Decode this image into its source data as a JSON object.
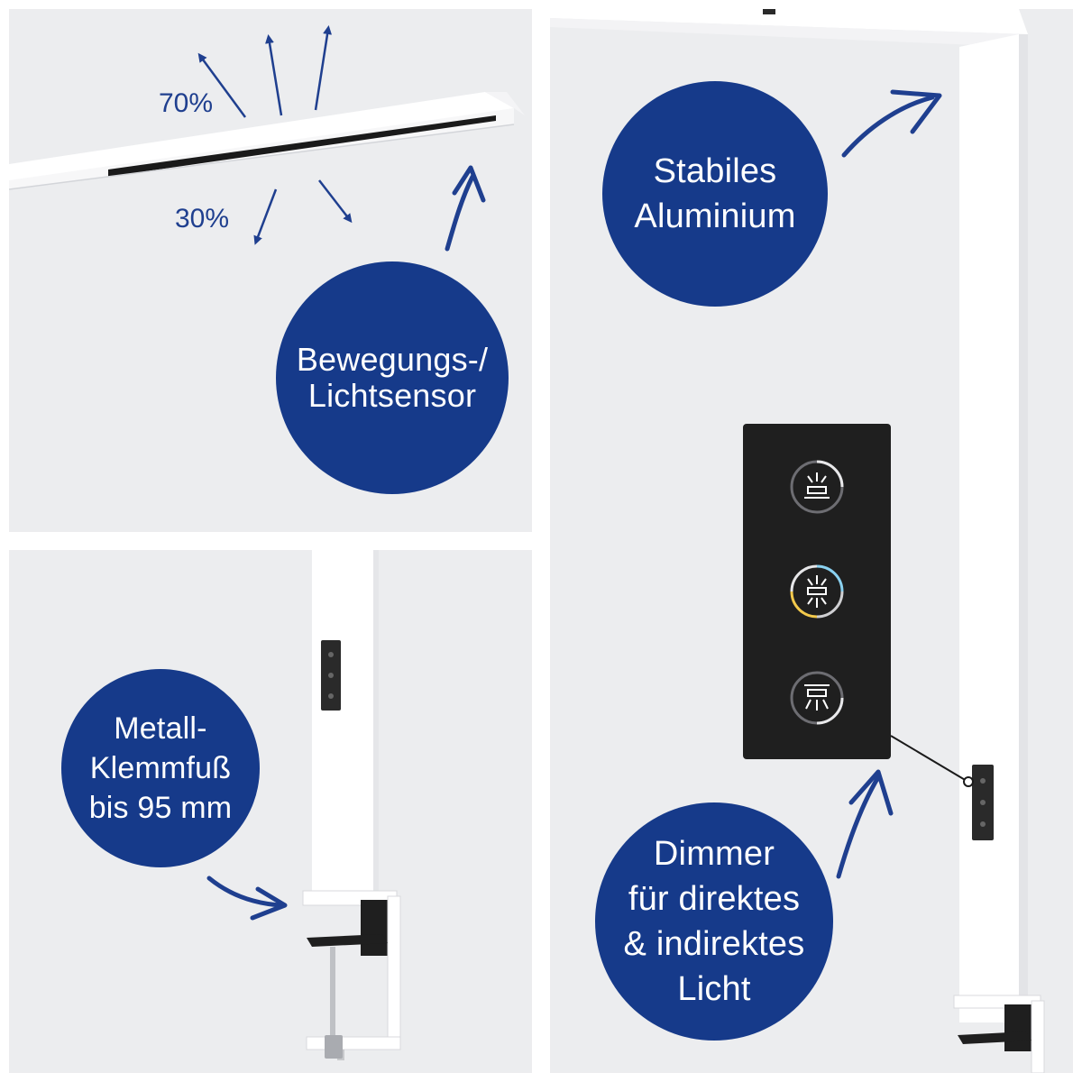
{
  "colors": {
    "badge_bg": "#163a8a",
    "badge_text": "#ffffff",
    "arrow": "#1f3f8f",
    "panel_bg": "#ecedef",
    "control_bg": "#1f1f1f"
  },
  "light_bar": {
    "indirect_pct": "70%",
    "direct_pct": "30%"
  },
  "badges": {
    "sensor": {
      "line1": "Bewegungs-/",
      "line2": "Lichtsensor"
    },
    "aluminium": {
      "line1": "Stabiles",
      "line2": "Aluminium"
    },
    "clamp": {
      "line1": "Metall-",
      "line2": "Klemmfuß",
      "line3": "bis 95 mm"
    },
    "dimmer": {
      "line1": "Dimmer",
      "line2": "für direktes",
      "line3": "& indirektes",
      "line4": "Licht"
    }
  },
  "control_panel": {
    "buttons": [
      {
        "icon": "indirect-light-icon"
      },
      {
        "icon": "color-temperature-icon"
      },
      {
        "icon": "direct-light-icon"
      }
    ]
  }
}
